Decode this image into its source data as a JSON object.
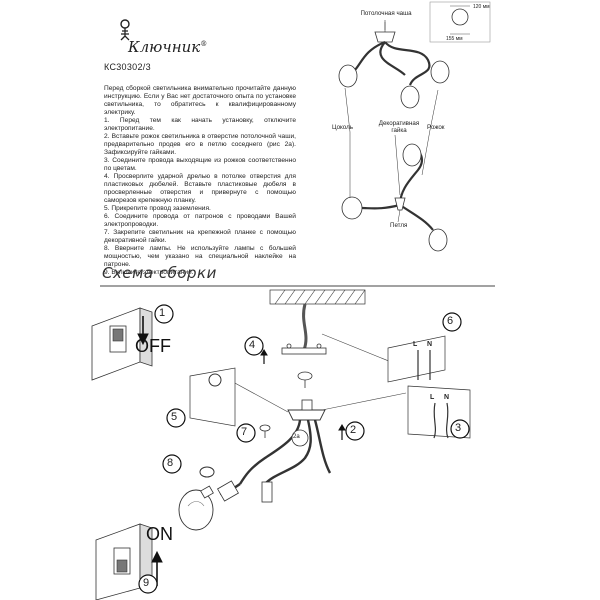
{
  "brand": {
    "name": "Ключник",
    "registered": "®"
  },
  "model_code": "КС30302/3",
  "instructions": [
    "Перед сборкой светильника внимательно прочитайте данную инструкцию. Если у Вас нет достаточного опыта по установке светильника, то обратитесь к квалифицированному электрику.",
    "1. Перед тем как начать установку, отключите электропитание.",
    "2. Вставьте рожок светильника в отверстие потолочной чаши, предварительно продев его в петлю соседнего (рис 2а). Зафиксируйте гайками.",
    "3. Соедините провода выходящие из рожков соответственно по цветам.",
    "4. Просверлите ударной дрелью в потолке отверстия для пластиковых дюбелей. Вставьте пластиковые дюбеля в просверленные отверстия и привернуте с помощью саморезов крепежную планку.",
    "5. Прикрепите провод заземления.",
    "6. Соедините провода от патронов с проводами Вашей электропроводки.",
    "7. Закрепите светильник на крепежной планке с помощью декоративной гайки.",
    "8. Вверните лампы. Не используйте лампы с большей мощностью, чем указано на специальной наклейке на патроне.",
    "9. Включите электропитание."
  ],
  "diagram_labels": {
    "ceiling_bowl": "Потолочная чаша",
    "socket_base": "Цоколь",
    "decorative_nut": "Декоративная гайка",
    "arm": "Рожок",
    "loop": "Петля",
    "dim_top": "120 мм",
    "dim_side": "155 мм"
  },
  "section_title": "Схема сборки",
  "steps": {
    "s1": "1",
    "s2": "2",
    "s2a": "2а",
    "s3": "3",
    "s4": "4",
    "s5": "5",
    "s6": "6",
    "s7": "7",
    "s8": "8",
    "s9": "9"
  },
  "switch": {
    "off": "OFF",
    "on": "ON"
  },
  "wires": {
    "live": "L",
    "neutral": "N"
  }
}
